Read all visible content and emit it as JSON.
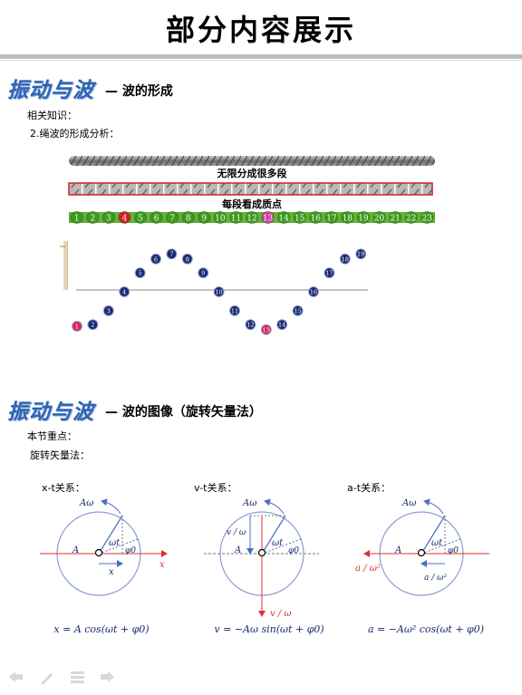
{
  "page_title": "部分内容展示",
  "section1": {
    "logo": "振动与波",
    "subtitle": "— 波的形成",
    "line1": "相关知识：",
    "line2": "2.绳波的形成分析："
  },
  "rope": {
    "label_top": "无限分成很多段",
    "label_mid": "每段看成质点",
    "particles": [
      "1",
      "2",
      "3",
      "4",
      "5",
      "6",
      "7",
      "8",
      "9",
      "10",
      "11",
      "12",
      "13",
      "14",
      "15",
      "16",
      "17",
      "18",
      "19",
      "20",
      "21",
      "22",
      "23"
    ],
    "highlight_red": "4",
    "highlight_pink": "13"
  },
  "wave_points": [
    "1",
    "2",
    "3",
    "4",
    "5",
    "6",
    "7",
    "8",
    "9",
    "10",
    "11",
    "12",
    "13",
    "14",
    "15",
    "16",
    "17",
    "18",
    "19"
  ],
  "section2": {
    "logo": "振动与波",
    "subtitle": "— 波的图像（旋转矢量法）",
    "line1": "本节重点：",
    "line2": "旋转矢量法："
  },
  "panels": [
    {
      "label": "x-t关系：",
      "top_label": "Aω",
      "a_label": "A",
      "angle1": "ωt",
      "angle2": "φ0",
      "axis_label": "x",
      "proj_label": "x",
      "formula": "x = A cos(ωt + φ0)"
    },
    {
      "label": "v-t关系：",
      "top_label": "Aω",
      "a_label": "A",
      "angle1": "ωt",
      "angle2": "φ0",
      "axis_label": "v / ω",
      "proj_label": "v / ω",
      "formula": "v = −Aω sin(ωt + φ0)"
    },
    {
      "label": "a-t关系：",
      "top_label": "Aω",
      "a_label": "A",
      "angle1": "ωt",
      "angle2": "φ0",
      "axis_label": "a / ω²",
      "proj_label": "a / ω²",
      "formula": "a = −Aω² cos(ωt + φ0)"
    }
  ],
  "colors": {
    "logo": "#2f63b3",
    "particle_green": "#3c9a1e",
    "particle_red": "#d91a2a",
    "particle_pink": "#d63aa8",
    "dot_navy": "#1a2a6e",
    "circle": "#8a9bd8",
    "axis_red": "#e0302c"
  },
  "nav_icons": [
    "back-arrow-icon",
    "pen-icon",
    "menu-icon",
    "forward-arrow-icon"
  ]
}
